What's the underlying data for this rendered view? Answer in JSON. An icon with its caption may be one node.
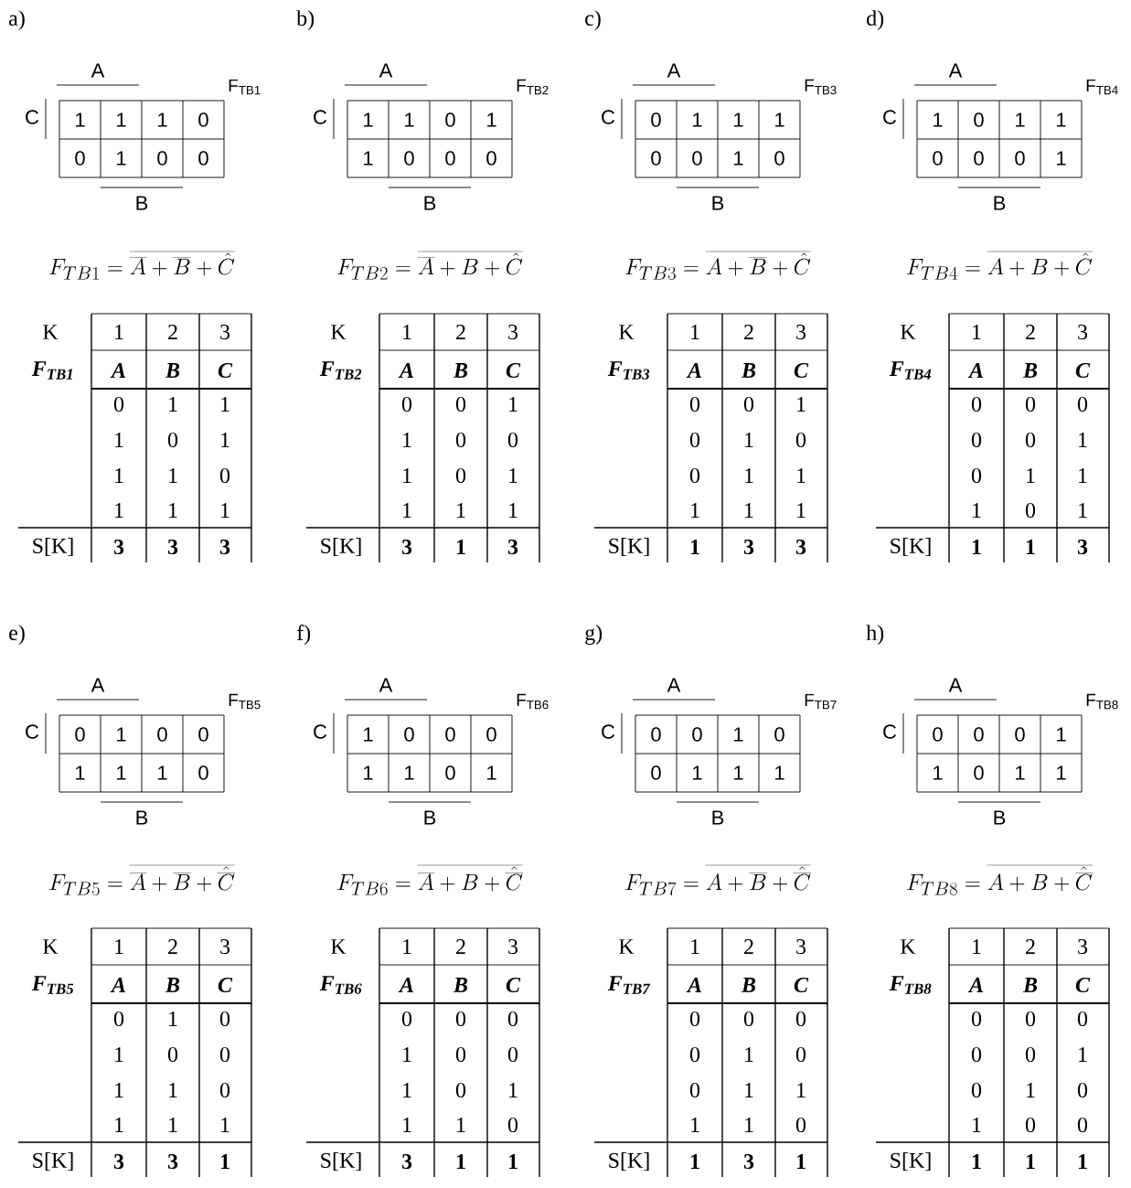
{
  "diagram": {
    "labels": [
      "a)",
      "A",
      "F$_{TB1}$",
      "C",
      "1",
      "1",
      "1",
      "0",
      "0",
      "1",
      "0",
      "0",
      "B",
      "F_{TB1} = \\overline{\\overline{A} + \\overline{B} + \\hat{C}}",
      "K",
      "1",
      "2",
      "3",
      "F$_{TB1}$",
      "A",
      "B",
      "C",
      "0",
      "1",
      "1",
      "1",
      "0",
      "1",
      "1",
      "1",
      "0",
      "1",
      "1",
      "1",
      "S[K]",
      "3",
      "3",
      "3",
      "b)",
      "A",
      "F$_{TB2}$",
      "C",
      "1",
      "1",
      "0",
      "1",
      "1",
      "0",
      "0",
      "0",
      "B",
      "F_{TB2} = \\overline{\\overline{A} + B + \\hat{C}}",
      "K",
      "1",
      "2",
      "3",
      "F$_{TB2}$",
      "A",
      "B",
      "C",
      "0",
      "0",
      "1",
      "1",
      "0",
      "0",
      "1",
      "0",
      "1",
      "1",
      "1",
      "1",
      "S[K]",
      "3",
      "1",
      "3",
      "c)",
      "A",
      "F$_{TB3}$",
      "C",
      "0",
      "1",
      "1",
      "1",
      "0",
      "0",
      "1",
      "0",
      "B",
      "F_{TB3} = \\overline{A + \\overline{B} + \\hat{C}}",
      "K",
      "1",
      "2",
      "3",
      "F$_{TB3}$",
      "A",
      "B",
      "C",
      "0",
      "0",
      "1",
      "0",
      "1",
      "0",
      "0",
      "1",
      "1",
      "1",
      "1",
      "1",
      "S[K]",
      "1",
      "3",
      "3",
      "d)",
      "A",
      "F$_{TB4}$",
      "C",
      "1",
      "0",
      "1",
      "1",
      "0",
      "0",
      "0",
      "1",
      "B",
      "F_{TB4} = \\overline{A + B + \\hat{C}}",
      "K",
      "1",
      "2",
      "3",
      "F$_{TB4}$",
      "A",
      "B",
      "C",
      "0",
      "0",
      "0",
      "0",
      "0",
      "1",
      "0",
      "1",
      "1",
      "1",
      "0",
      "1",
      "S[K]",
      "1",
      "1",
      "3",
      "e)",
      "A",
      "F$_{TB5}$",
      "C",
      "0",
      "1",
      "0",
      "0",
      "1",
      "1",
      "1",
      "0",
      "B",
      "F_{TB5} = \\overline{\\overline{A} + \\overline{B} + \\hat{\\overline{C}}}",
      "K",
      "1",
      "2",
      "3",
      "F$_{TB5}$",
      "A",
      "B",
      "C",
      "0",
      "1",
      "0",
      "1",
      "0",
      "0",
      "1",
      "1",
      "0",
      "1",
      "1",
      "1",
      "S[K]",
      "3",
      "3",
      "1",
      "f)",
      "A",
      "F$_{TB6}$",
      "C",
      "1",
      "0",
      "0",
      "0",
      "1",
      "1",
      "0",
      "1",
      "B",
      "F_{TB6} = \\overline{\\overline{A} + B + \\hat{\\overline{C}}}",
      "K",
      "1",
      "2",
      "3",
      "F$_{TB6}$",
      "A",
      "B",
      "C",
      "0",
      "0",
      "0",
      "1",
      "0",
      "0",
      "1",
      "0",
      "1",
      "1",
      "1",
      "0",
      "S[K]",
      "3",
      "1",
      "1",
      "g)",
      "A",
      "F$_{TB7}$",
      "C",
      "0",
      "0",
      "1",
      "0",
      "0",
      "1",
      "1",
      "1",
      "B",
      "F_{TB7} = \\overline{A + \\overline{B} + \\hat{\\overline{C}}}",
      "K",
      "1",
      "2",
      "3",
      "F$_{TB7}$",
      "A",
      "B",
      "C",
      "0",
      "0",
      "0",
      "0",
      "1",
      "0",
      "0",
      "1",
      "1",
      "1",
      "1",
      "0",
      "S[K]",
      "1",
      "3",
      "1",
      "h)",
      "A",
      "F$_{TB8}$",
      "C",
      "0",
      "0",
      "0",
      "1",
      "1",
      "0",
      "1",
      "1",
      "B",
      "F_{TB8} = \\overline{A + B + \\hat{\\overline{C}}}",
      "K",
      "1",
      "2",
      "3",
      "F$_{TB8}$",
      "A",
      "B",
      "C",
      "0",
      "0",
      "0",
      "0",
      "0",
      "1",
      "0",
      "1",
      "0",
      "1",
      "0",
      "0",
      "S[K]",
      "1",
      "1",
      "1"
    ]
  }
}
